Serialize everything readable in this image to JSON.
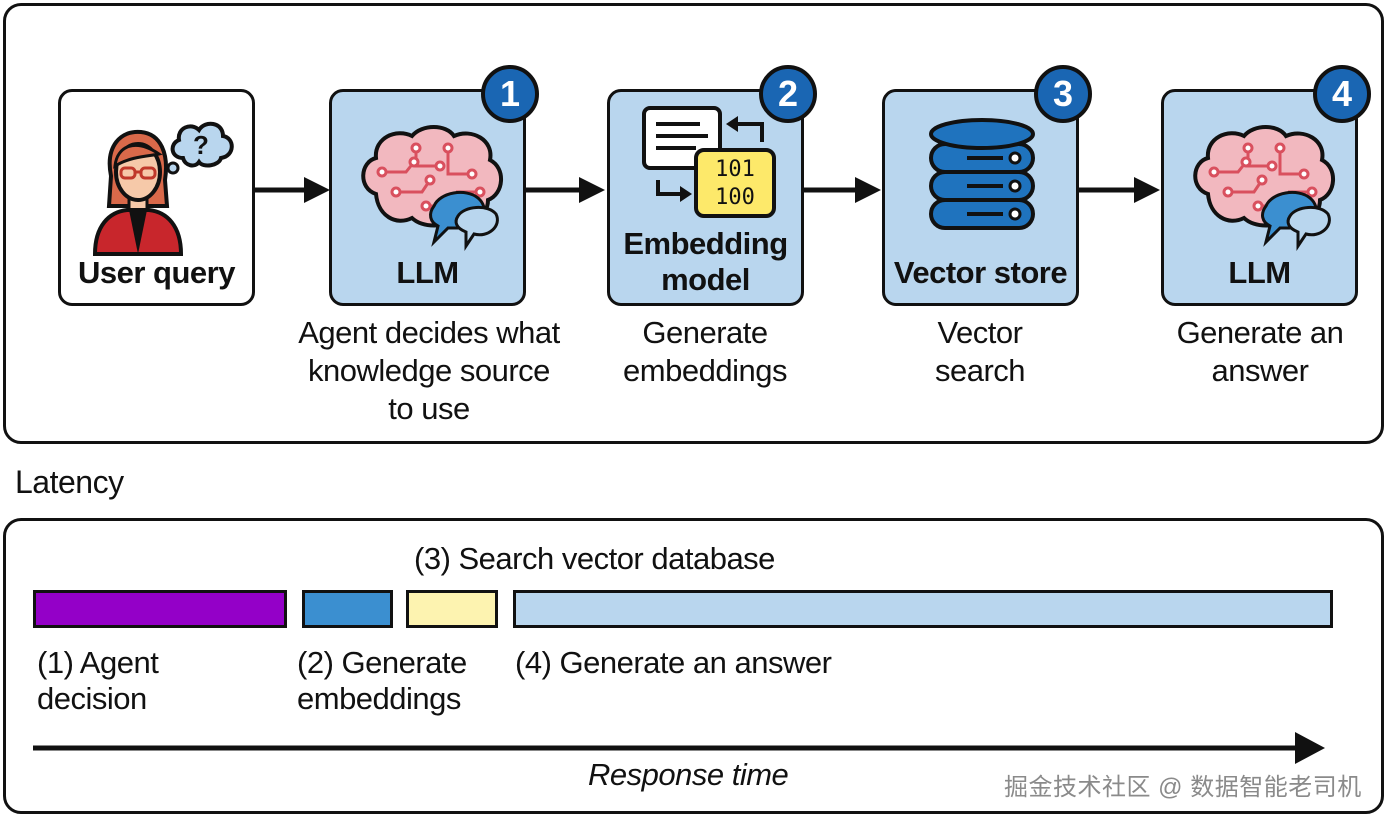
{
  "pipeline": {
    "nodes": [
      {
        "label": "User query",
        "caption": "",
        "step": ""
      },
      {
        "label": "LLM",
        "caption": [
          "Agent decides what",
          "knowledge source",
          "to use"
        ],
        "step": "1"
      },
      {
        "label": [
          "Embedding",
          "model"
        ],
        "caption": [
          "Generate",
          "embeddings"
        ],
        "step": "2"
      },
      {
        "label": "Vector store",
        "caption": [
          "Vector",
          "search"
        ],
        "step": "3"
      },
      {
        "label": "LLM",
        "caption": [
          "Generate an",
          "answer"
        ],
        "step": "4"
      }
    ],
    "embedding_icon": {
      "line1": "101",
      "line2": "100"
    }
  },
  "latency": {
    "title": "Latency",
    "bars": [
      {
        "label": [
          "(1) Agent",
          "decision"
        ],
        "color": "#9400c8",
        "start": 0,
        "end": 19.5
      },
      {
        "label": [
          "(2) Generate",
          "embeddings"
        ],
        "color": "#3b8fd0",
        "start": 20.7,
        "end": 27.7
      },
      {
        "label": [
          "(3) Search vector database"
        ],
        "color": "#fdf3b0",
        "start": 28.7,
        "end": 35.8
      },
      {
        "label": [
          "(4) Generate an answer"
        ],
        "color": "#b9d6ee",
        "start": 36.9,
        "end": 100
      }
    ],
    "axis_label": "Response time"
  },
  "watermark": "掘金技术社区 @ 数据智能老司机",
  "colors": {
    "badge": "#1a66b3",
    "node_fill": "#b9d6ee",
    "brain": "#f2b8bf",
    "circuit": "#d9505e",
    "database": "#1f73be"
  }
}
